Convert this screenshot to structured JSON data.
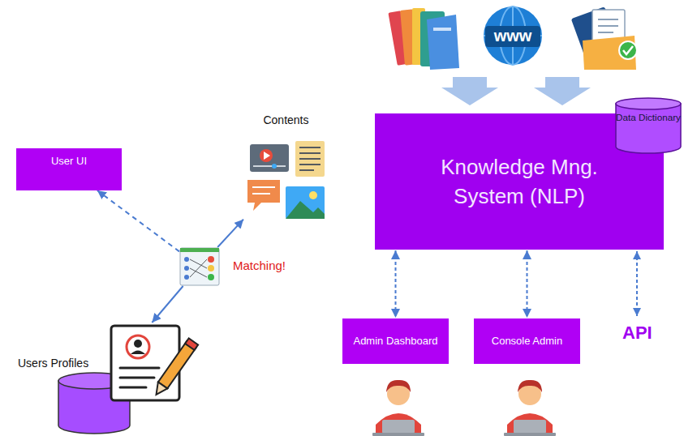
{
  "diagram": {
    "nodes": [
      {
        "text": [
          "User UI"
        ]
      },
      {
        "text": [
          "Contents"
        ]
      },
      {
        "text": [
          "Matching!"
        ]
      },
      {
        "text": [
          "Users Profiles"
        ]
      },
      {
        "text": [
          "Knowledge Mng. System (NLP)"
        ]
      },
      {
        "text": [
          "Data Dictionary"
        ]
      },
      {
        "text": [
          "Admin Dashboard"
        ]
      },
      {
        "text": [
          "Console Admin"
        ]
      }
    ],
    "edges": [
      {
        "from": 2,
        "to": 0,
        "arrow": "to"
      },
      {
        "from": 2,
        "to": 1,
        "arrow": "to"
      },
      {
        "from": 2,
        "to": 3,
        "arrow": "to"
      },
      {
        "from": 4,
        "to": 6,
        "arrow": "both"
      },
      {
        "from": 4,
        "to": 7,
        "arrow": "both"
      }
    ],
    "labels": [
      "www",
      "API"
    ]
  }
}
